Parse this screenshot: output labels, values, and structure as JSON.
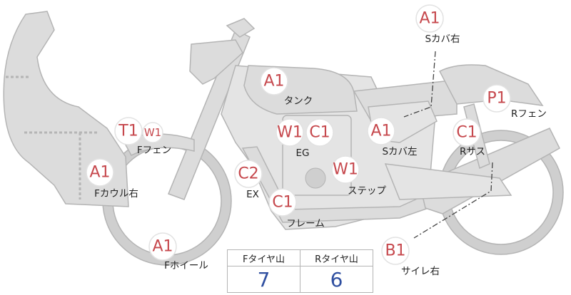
{
  "badges": [
    {
      "id": "a1-s-cover-right",
      "code": "A1"
    },
    {
      "id": "a1-tank",
      "code": "A1"
    },
    {
      "id": "p1-rear-fender",
      "code": "P1"
    },
    {
      "id": "t1-front-fender",
      "code": "T1"
    },
    {
      "id": "w1-front-fender",
      "code": "W1"
    },
    {
      "id": "w1-engine",
      "code": "W1"
    },
    {
      "id": "c1-engine",
      "code": "C1"
    },
    {
      "id": "a1-s-cover-left",
      "code": "A1"
    },
    {
      "id": "c1-rear-suspension",
      "code": "C1"
    },
    {
      "id": "a1-front-cowl-right",
      "code": "A1"
    },
    {
      "id": "c2-exhaust",
      "code": "C2"
    },
    {
      "id": "w1-step",
      "code": "W1"
    },
    {
      "id": "c1-frame",
      "code": "C1"
    },
    {
      "id": "a1-front-wheel",
      "code": "A1"
    },
    {
      "id": "b1-silencer-right",
      "code": "B1"
    }
  ],
  "labels": {
    "s_cover_right": "Sカバ右",
    "tank": "タンク",
    "rear_fender": "Rフェン",
    "front_fender": "Fフェン",
    "engine": "EG",
    "s_cover_left": "Sカバ左",
    "rear_suspension": "Rサス",
    "front_cowl_right": "Fカウル右",
    "exhaust": "EX",
    "step": "ステップ",
    "frame": "フレーム",
    "front_wheel": "Fホイール",
    "silencer_right": "サイレ右"
  },
  "tread_table": {
    "front_header": "Fタイヤ山",
    "rear_header": "Rタイヤ山",
    "front_value": "7",
    "rear_value": "6"
  }
}
